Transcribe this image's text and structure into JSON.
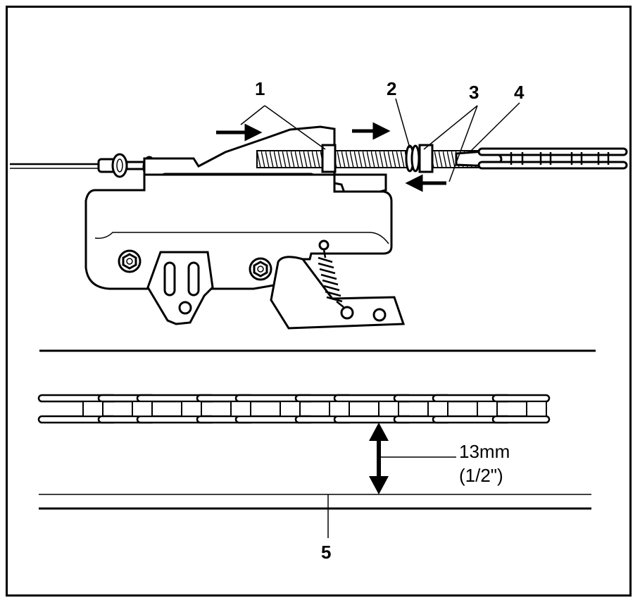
{
  "callouts": {
    "c1": "1",
    "c2": "2",
    "c3": "3",
    "c4": "4",
    "c5": "5"
  },
  "measurement": {
    "metric": "13mm",
    "imperial": "(1/2\")"
  }
}
